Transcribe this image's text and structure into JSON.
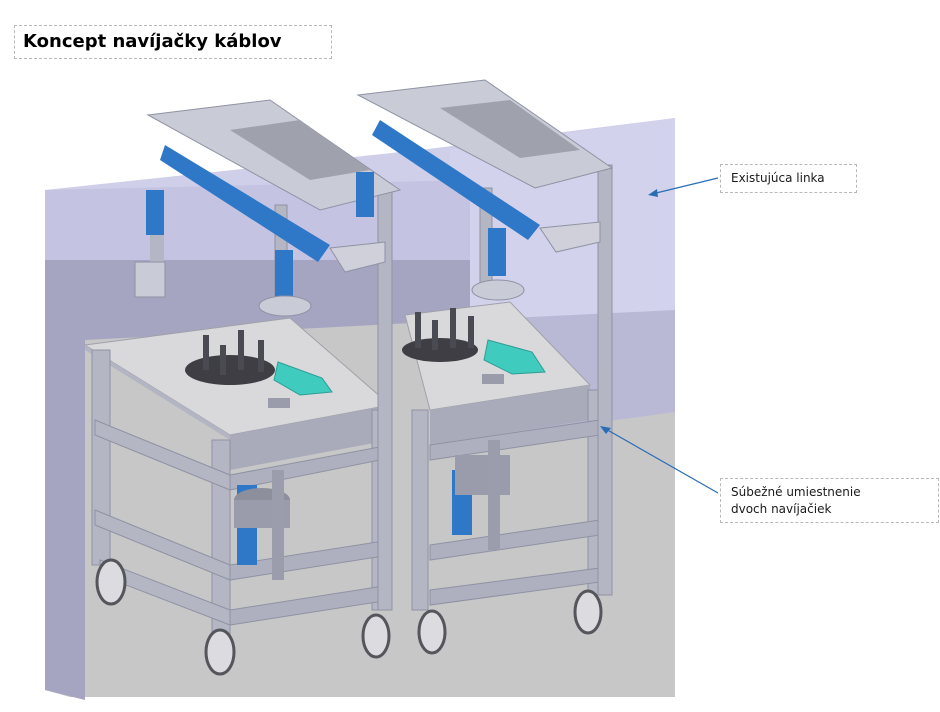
{
  "title": "Koncept navíjačky káblov",
  "callouts": [
    {
      "lines": [
        "Existujúca linka"
      ]
    },
    {
      "lines": [
        "Súbežné umiestnenie",
        "dvoch navíjačiek"
      ]
    }
  ],
  "colors": {
    "frame": "#b4b6c4",
    "frame_dark": "#8f92a3",
    "line_surface": "#c9c9e6",
    "line_side": "#a9a8c4",
    "floor": "#c6c6c6",
    "actuator_blue": "#2f78c8",
    "gripper_cyan": "#40cbbf",
    "plate_dark": "#3e3e44",
    "leader_line": "#2a6db5"
  }
}
